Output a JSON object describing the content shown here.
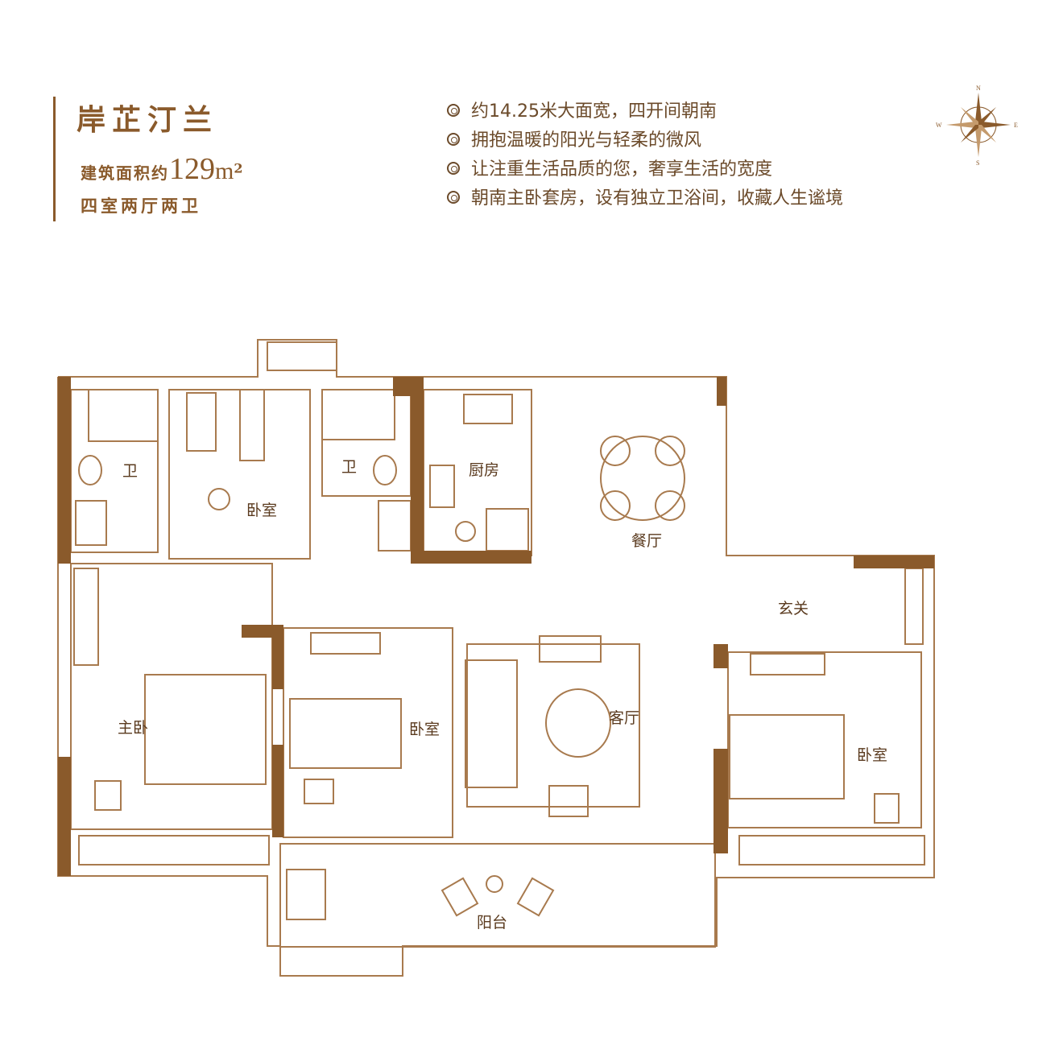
{
  "header": {
    "title": "岸芷汀兰",
    "area_prefix": "建筑面积约",
    "area_value": "129",
    "area_unit": "m",
    "area_sup": "2",
    "rooms": "四室两厅两卫"
  },
  "features": [
    "约14.25米大面宽，四开间朝南",
    "拥抱温暖的阳光与轻柔的微风",
    "让注重生活品质的您，奢享生活的宽度",
    "朝南主卧套房，设有独立卫浴间，收藏人生谧境"
  ],
  "compass": {
    "n": "N",
    "s": "S",
    "e": "E",
    "w": "W"
  },
  "rooms_labels": {
    "bath1": "卫",
    "bedroom_north": "卧室",
    "bath2": "卫",
    "kitchen": "厨房",
    "dining": "餐厅",
    "entrance": "玄关",
    "master": "主卧",
    "bedroom_middle": "卧室",
    "living": "客厅",
    "bedroom_east": "卧室",
    "balcony": "阳台"
  },
  "colors": {
    "wall": "#8a5a2b",
    "line": "#a87a4e",
    "text": "#5a3a1e"
  }
}
